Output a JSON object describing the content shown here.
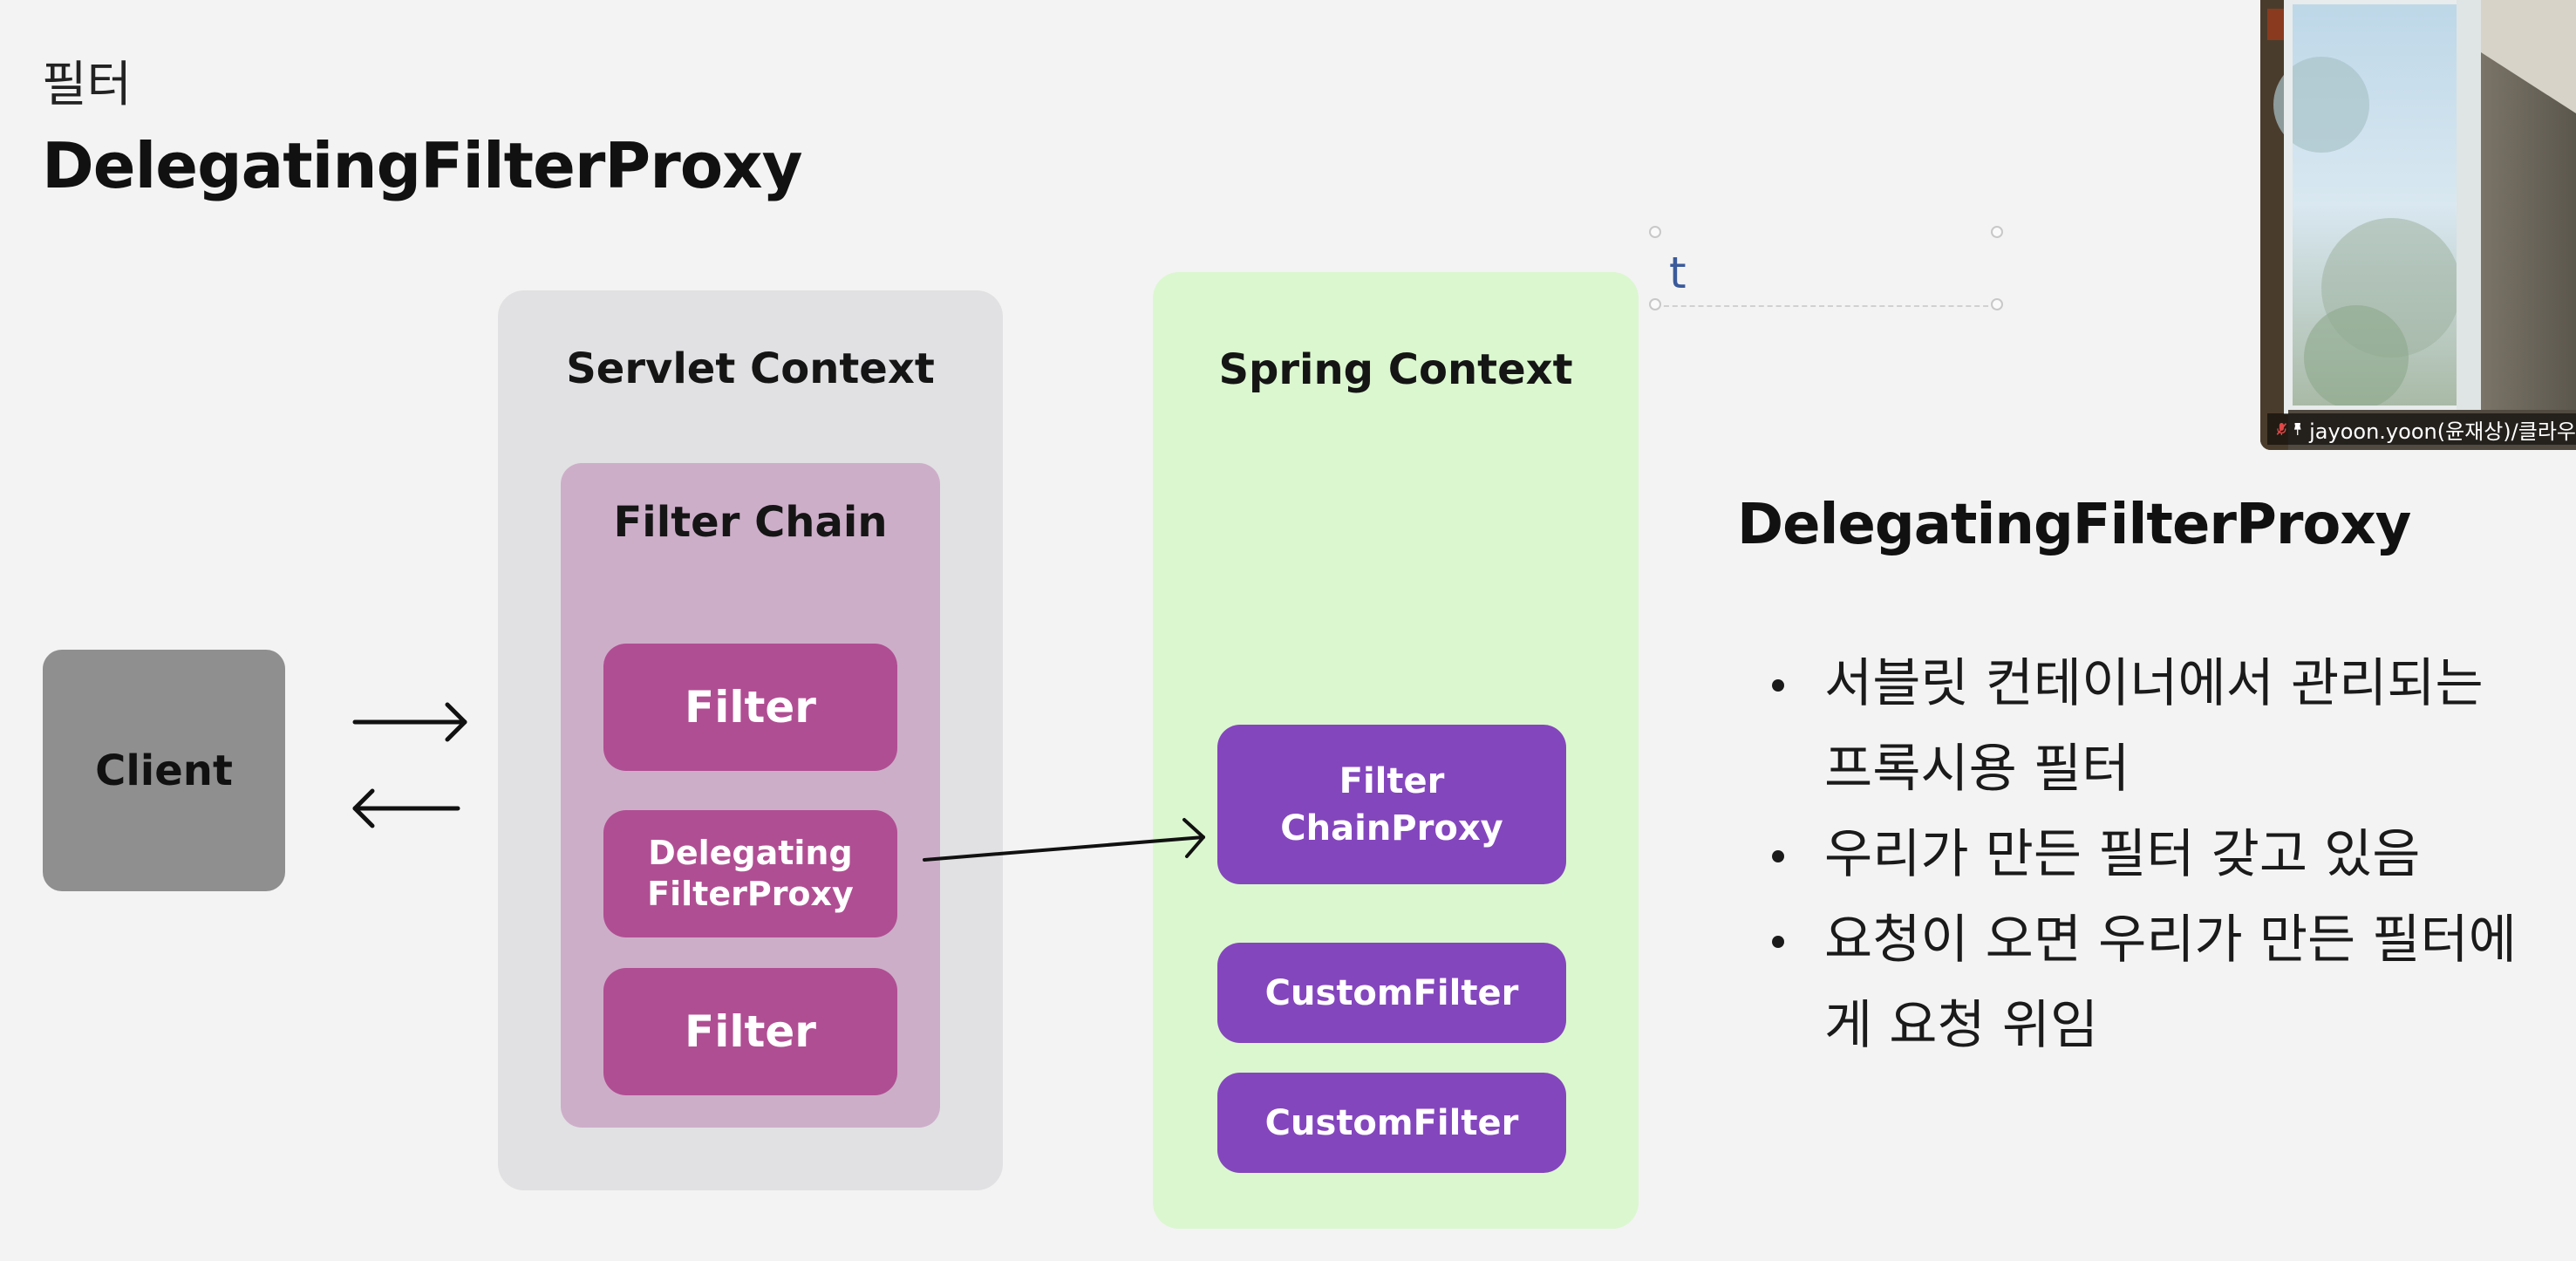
{
  "slide": {
    "section_label": "필터",
    "title": "DelegatingFilterProxy"
  },
  "diagram": {
    "client_label": "Client",
    "servlet_context": {
      "title": "Servlet Context",
      "filter_chain": {
        "title": "Filter Chain",
        "items": [
          "Filter",
          "Delegating\nFilterProxy",
          "Filter"
        ]
      }
    },
    "spring_context": {
      "title": "Spring Context",
      "items": [
        "Filter\nChainProxy",
        "CustomFilter",
        "CustomFilter"
      ]
    },
    "colors": {
      "servlet_bg": "#e1e1e3",
      "filter_chain_bg": "#cdaec9",
      "filter_btn": "#b04e93",
      "spring_bg": "#dbf7cf",
      "spring_btn": "#8446bd",
      "client_bg": "#8f8f8f"
    }
  },
  "description": {
    "title": "DelegatingFilterProxy",
    "bullets": [
      "서블릿 컨테이너에서 관리되는 프록시용 필터",
      "우리가 만든 필터 갖고 있음",
      "요청이 오면 우리가 만든 필터에게 요청 위임"
    ]
  },
  "editor": {
    "text_cursor_value": "t"
  },
  "video": {
    "participant_name": "jayoon.yoon(윤재상)/클라우",
    "icons": [
      "mic-off-icon",
      "pin-icon"
    ]
  }
}
